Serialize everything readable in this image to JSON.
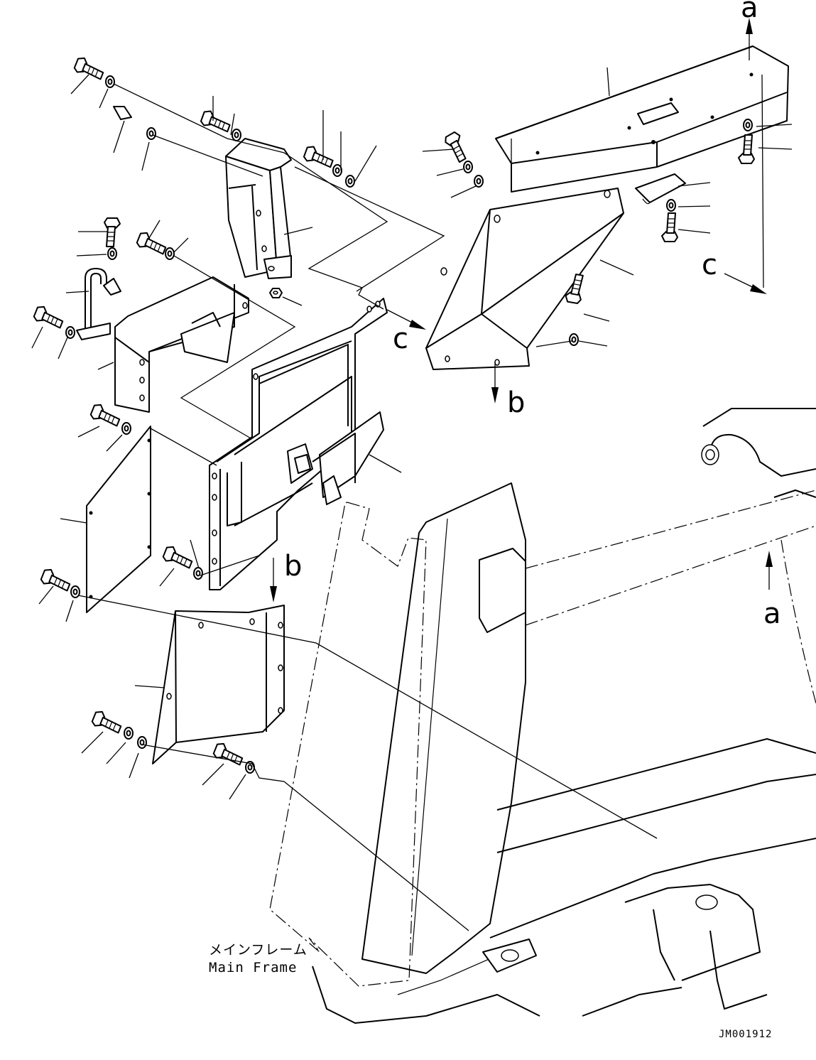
{
  "labels": {
    "view_a": "a",
    "view_b": "b",
    "view_c": "c"
  },
  "caption": {
    "jp": "メインフレーム",
    "en": "Main Frame"
  },
  "drawing_code": "JM001912"
}
